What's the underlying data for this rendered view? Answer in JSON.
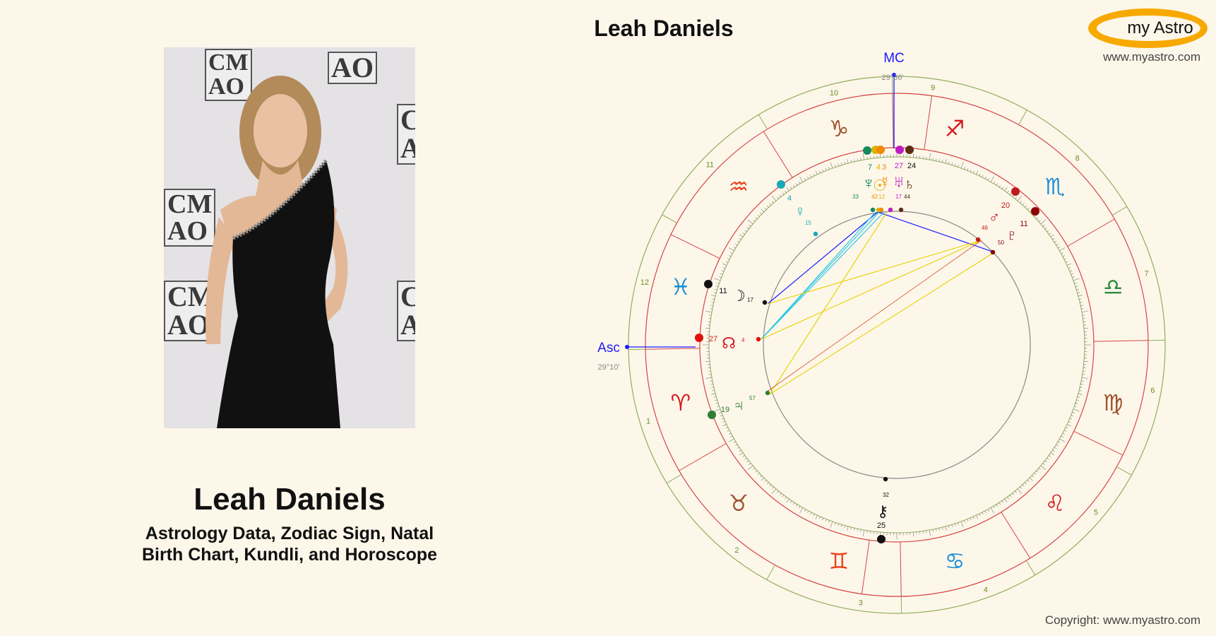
{
  "person": {
    "name": "Leah Daniels",
    "subtitle_line1": "Astrology Data, Zodiac Sign, Natal",
    "subtitle_line2": "Birth Chart, Kundli, and Horoscope"
  },
  "header": {
    "chart_title": "Leah Daniels",
    "logo_text": "my Astro",
    "site": "www.myastro.com"
  },
  "footer": {
    "copyright": "Copyright: www.myastro.com"
  },
  "photo": {
    "backdrop_text": [
      "CM",
      "AO"
    ]
  },
  "chart": {
    "ascendant": {
      "label": "Asc",
      "degree": "29°10'"
    },
    "midheaven": {
      "label": "MC",
      "degree": "29°36'"
    },
    "houses": [
      "1",
      "2",
      "3",
      "4",
      "5",
      "6",
      "7",
      "8",
      "9",
      "10",
      "11",
      "12"
    ],
    "signs": [
      {
        "name": "aries-icon",
        "glyph": "♈",
        "color": "#d71920"
      },
      {
        "name": "taurus-icon",
        "glyph": "♉",
        "color": "#a0522d"
      },
      {
        "name": "gemini-icon",
        "glyph": "♊",
        "color": "#e8421d"
      },
      {
        "name": "cancer-icon",
        "glyph": "♋",
        "color": "#1e8fd6"
      },
      {
        "name": "leo-icon",
        "glyph": "♌",
        "color": "#d71920"
      },
      {
        "name": "virgo-icon",
        "glyph": "♍",
        "color": "#a0522d"
      },
      {
        "name": "libra-icon",
        "glyph": "♎",
        "color": "#2e8b3e"
      },
      {
        "name": "scorpio-icon",
        "glyph": "♏",
        "color": "#1e8fd6"
      },
      {
        "name": "sagittarius-icon",
        "glyph": "♐",
        "color": "#d71920"
      },
      {
        "name": "capricorn-icon",
        "glyph": "♑",
        "color": "#a0522d"
      },
      {
        "name": "aquarius-icon",
        "glyph": "♒",
        "color": "#e8421d"
      },
      {
        "name": "pisces-icon",
        "glyph": "♓",
        "color": "#1e8fd6"
      }
    ],
    "planets": [
      {
        "name": "neptune-icon",
        "glyph": "♆",
        "deg": "7",
        "min": "33",
        "color": "#138a5e"
      },
      {
        "name": "sun-icon",
        "glyph": "☉",
        "deg": "4",
        "min": "12",
        "color": "#e0b000"
      },
      {
        "name": "mercury-icon",
        "glyph": "☿",
        "deg": "3",
        "min": "42",
        "color": "#f08a00"
      },
      {
        "name": "uranus-icon",
        "glyph": "♅",
        "deg": "27",
        "min": "17",
        "color": "#c01bc0"
      },
      {
        "name": "saturn-icon",
        "glyph": "♄",
        "deg": "24",
        "min": "44",
        "color": "#5a2e10"
      },
      {
        "name": "venus-icon",
        "glyph": "♀",
        "deg": "4",
        "min": "15",
        "color": "#1aa9b8"
      },
      {
        "name": "mars-icon",
        "glyph": "♂",
        "deg": "20",
        "min": "46",
        "color": "#c01a1a"
      },
      {
        "name": "pluto-icon",
        "glyph": "♇",
        "deg": "11",
        "min": "50",
        "color": "#8b0000"
      },
      {
        "name": "moon-icon",
        "glyph": "☽",
        "deg": "11",
        "min": "17",
        "color": "#111111"
      },
      {
        "name": "node-icon",
        "glyph": "☊",
        "deg": "27",
        "min": "4",
        "color": "#d71920"
      },
      {
        "name": "jupiter-icon",
        "glyph": "♃",
        "deg": "19",
        "min": "57",
        "color": "#2e7d32"
      },
      {
        "name": "chiron-icon",
        "glyph": "⚷",
        "deg": "25",
        "min": "32",
        "color": "#111111"
      }
    ]
  },
  "colors": {
    "background": "#fdf7ea",
    "accent": "#f7a900"
  }
}
